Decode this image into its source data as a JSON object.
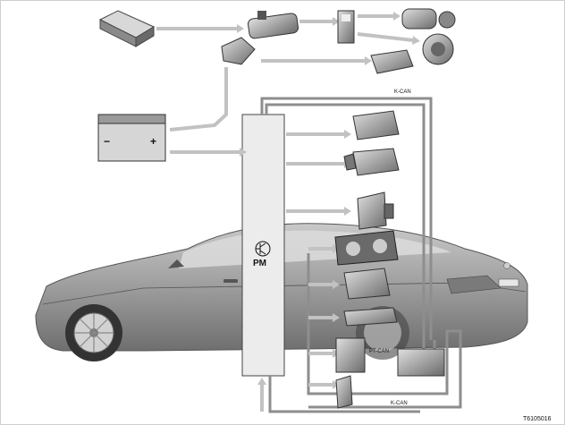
{
  "labels": {
    "power_module": "PM",
    "k_can_top": "K-CAN",
    "pt_can": "PT-CAN",
    "k_can_bottom": "K-CAN",
    "figure_id": "T6105016"
  },
  "colors": {
    "arrow": "#bdbdbd",
    "bus_line": "#8e8e8e",
    "pm_box": "#ececec",
    "car_body": "#9a9a9a",
    "component": "#7a7a7a"
  }
}
